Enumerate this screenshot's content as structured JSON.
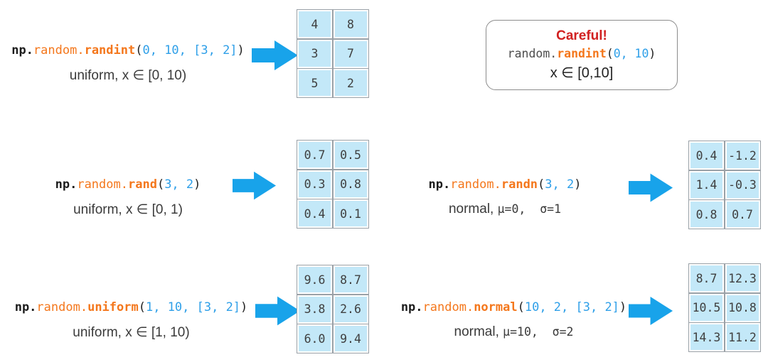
{
  "colors": {
    "code_orange": "#f4771c",
    "code_blue": "#2e9fe8",
    "arrow_blue": "#18a3ea",
    "cell_bg": "#c3e8f8",
    "grid_border": "#9aa1a7",
    "careful_red": "#d12121",
    "text_dark": "#3a3a3a"
  },
  "blocks": [
    {
      "name": "randint",
      "code": {
        "prefix": "np.",
        "module": "random.",
        "func": "randint",
        "open": "(",
        "args": "0, 10, [3, 2]",
        "close": ")"
      },
      "desc": {
        "text": "uniform, x ∈ [0, 10)",
        "math": ""
      },
      "matrix": [
        [
          "4",
          "8"
        ],
        [
          "3",
          "7"
        ],
        [
          "5",
          "2"
        ]
      ]
    },
    {
      "name": "rand",
      "code": {
        "prefix": "np.",
        "module": "random.",
        "func": "rand",
        "open": "(",
        "args": "3, 2",
        "close": ")"
      },
      "desc": {
        "text": "uniform, x ∈ [0, 1)",
        "math": ""
      },
      "matrix": [
        [
          "0.7",
          "0.5"
        ],
        [
          "0.3",
          "0.8"
        ],
        [
          "0.4",
          "0.1"
        ]
      ]
    },
    {
      "name": "randn",
      "code": {
        "prefix": "np.",
        "module": "random.",
        "func": "randn",
        "open": "(",
        "args": "3, 2",
        "close": ")"
      },
      "desc": {
        "text": "normal, ",
        "math": "μ=0,  σ=1"
      },
      "matrix": [
        [
          "0.4",
          "-1.2"
        ],
        [
          "1.4",
          "-0.3"
        ],
        [
          "0.8",
          "0.7"
        ]
      ]
    },
    {
      "name": "uniform",
      "code": {
        "prefix": "np.",
        "module": "random.",
        "func": "uniform",
        "open": "(",
        "args": "1, 10, [3, 2]",
        "close": ")"
      },
      "desc": {
        "text": "uniform, x ∈ [1, 10)",
        "math": ""
      },
      "matrix": [
        [
          "9.6",
          "8.7"
        ],
        [
          "3.8",
          "2.6"
        ],
        [
          "6.0",
          "9.4"
        ]
      ]
    },
    {
      "name": "normal",
      "code": {
        "prefix": "np.",
        "module": "random.",
        "func": "normal",
        "open": "(",
        "args": "10, 2, [3, 2]",
        "close": ")"
      },
      "desc": {
        "text": "normal, ",
        "math": "μ=10,  σ=2"
      },
      "matrix": [
        [
          "8.7",
          "12.3"
        ],
        [
          "10.5",
          "10.8"
        ],
        [
          "14.3",
          "11.2"
        ]
      ]
    }
  ],
  "careful": {
    "title": "Careful!",
    "code": {
      "module": "random.",
      "func": "randint",
      "open": "(",
      "args": "0, 10",
      "close": ")"
    },
    "formula": "x ∈ [0,10]"
  }
}
